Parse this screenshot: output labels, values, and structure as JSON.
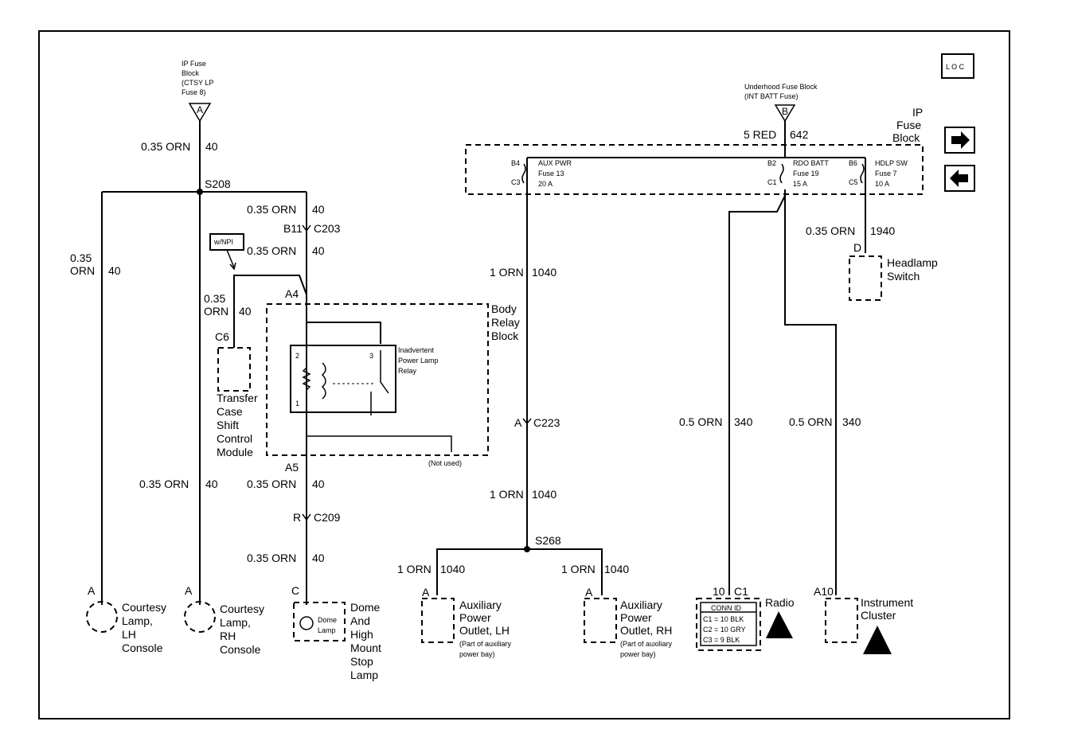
{
  "ip_fuse_label": [
    "IP Fuse",
    "Block",
    "(CTSY LP",
    "Fuse 8)"
  ],
  "underhood_fuse_label": [
    "Underhood Fuse Block",
    "(INT BATT Fuse)"
  ],
  "conn_a": "A",
  "conn_b": "B",
  "loc_icon": "L O C",
  "ip_fuse_block": [
    "IP",
    "Fuse",
    "Block"
  ],
  "wires": {
    "w1_size": "0.35 ORN",
    "w1_num": "40",
    "w2_size": "0.35 ORN",
    "w2_num": "40",
    "w3_size": "0.35 ORN",
    "w3_num": "40",
    "w4_size": [
      "0.35",
      "ORN"
    ],
    "w4_num": "40",
    "w5_size": [
      "0.35",
      "ORN"
    ],
    "w5_num": "40",
    "w6_size": "0.35 ORN",
    "w6_num": "40",
    "w7_size": "0.35 ORN",
    "w7_num": "40",
    "w8_size": "0.35 ORN",
    "w8_num": "40",
    "w9_size": "5 RED",
    "w9_num": "642",
    "w10_size": "1 ORN",
    "w10_num": "1040",
    "w11_size": "1 ORN",
    "w11_num": "1040",
    "w12_size": "1 ORN",
    "w12_num": "1040",
    "w13_size": "1 ORN",
    "w13_num": "1040",
    "w14_size": "0.35 ORN",
    "w14_num": "1940",
    "w15_size": "0.5 ORN",
    "w15_num": "340",
    "w16_size": "0.5 ORN",
    "w16_num": "340"
  },
  "splices": {
    "s208": "S208",
    "s268": "S268"
  },
  "connectors": {
    "b11": "B11",
    "c203": "C203",
    "a4": "A4",
    "a5": "A5",
    "r": "R",
    "c209": "C209",
    "a": "A",
    "c223": "C223",
    "c6": "C6",
    "d": "D"
  },
  "wnpi": "w/NPI",
  "body_relay_block": [
    "Body",
    "Relay",
    "Block"
  ],
  "relay": {
    "label": [
      "Inadvertent",
      "Power Lamp",
      "Relay"
    ],
    "pin1": "1",
    "pin2": "2",
    "pin3": "3"
  },
  "not_used": "(Not used)",
  "tccm": [
    "Transfer",
    "Case",
    "Shift",
    "Control",
    "Module"
  ],
  "fuses": {
    "aux": {
      "top_pin": "B4",
      "bot_pin": "C3",
      "name": "AUX PWR",
      "fuse": "Fuse 13",
      "amp": "20 A"
    },
    "rdo": {
      "top_pin": "B2",
      "bot_pin": "C1",
      "name": "RDO BATT",
      "fuse": "Fuse 19",
      "amp": "15 A"
    },
    "hdlp": {
      "top_pin": "B6",
      "bot_pin": "C5",
      "name": "HDLP SW",
      "fuse": "Fuse 7",
      "amp": "10 A"
    }
  },
  "headlamp_switch": [
    "Headlamp",
    "Switch"
  ],
  "components": {
    "courtesy_lh": {
      "pin": "A",
      "label": [
        "Courtesy",
        "Lamp,",
        "LH",
        "Console"
      ]
    },
    "courtesy_rh": {
      "pin": "A",
      "label": [
        "Courtesy",
        "Lamp,",
        "RH",
        "Console"
      ]
    },
    "dome": {
      "pin": "C",
      "inner": [
        "Dome",
        "Lamp"
      ],
      "label": [
        "Dome",
        "And",
        "High",
        "Mount",
        "Stop",
        "Lamp"
      ]
    },
    "aux_lh": {
      "pin": "A",
      "label": [
        "Auxiliary",
        "Power",
        "Outlet, LH"
      ],
      "note": [
        "(Part of auxiliary",
        "power bay)"
      ]
    },
    "aux_rh": {
      "pin": "A",
      "label": [
        "Auxiliary",
        "Power",
        "Outlet, RH"
      ],
      "note": [
        "(Part of auxiliary",
        "power bay)"
      ]
    },
    "radio": {
      "pin": "10",
      "conn": "C1",
      "label": "Radio",
      "conn_id": [
        "CONN ID",
        "C1 = 10 BLK",
        "C2 = 10 GRY",
        "C3 = 9 BLK"
      ]
    },
    "cluster": {
      "pin": "A10",
      "label": [
        "Instrument",
        "Cluster"
      ]
    }
  }
}
